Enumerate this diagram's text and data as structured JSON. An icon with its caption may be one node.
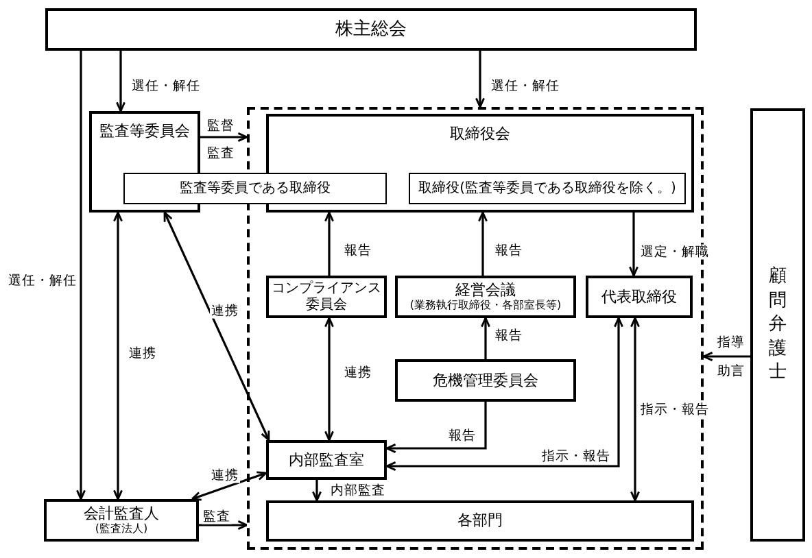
{
  "diagram": {
    "nodes": [
      {
        "text": [
          "株主総会"
        ]
      },
      {
        "text": [
          "監査等委員会"
        ]
      },
      {
        "text": [],
        "shape": "box"
      },
      {
        "text": [
          "取締役会"
        ],
        "in": 2
      },
      {
        "text": [
          "監査等委員である取締役"
        ]
      },
      {
        "text": [
          "取締役(監査等委員である取締役を除く。)"
        ],
        "in": 3
      },
      {
        "text": [
          "コンプライアンス委員会"
        ],
        "in": 2
      },
      {
        "text": [
          "経営会議",
          "(業務執行取締役・各部室長等)"
        ],
        "in": 2
      },
      {
        "text": [
          "代表取締役"
        ],
        "in": 2
      },
      {
        "text": [
          "危機管理委員会"
        ],
        "in": 2
      },
      {
        "text": [
          "内部監査室"
        ],
        "in": 2
      },
      {
        "text": [
          "各部門"
        ],
        "in": 2
      },
      {
        "text": [
          "会計監査人",
          "(監査法人)"
        ]
      },
      {
        "text": [
          "顧問弁護士"
        ]
      }
    ],
    "edges": [
      {
        "from": 0,
        "to": 1,
        "arrow": "to",
        "label": "選任・解任"
      },
      {
        "from": 0,
        "to": 2,
        "arrow": "to",
        "label": "選任・解任"
      },
      {
        "from": 0,
        "to": 12,
        "arrow": "to",
        "label": "選任・解任"
      },
      {
        "from": 1,
        "to": 2,
        "arrow": "to",
        "label": "監督"
      },
      {
        "from": 1,
        "to": 12,
        "arrow": "both",
        "label": "連携"
      },
      {
        "from": 1,
        "to": 10,
        "arrow": "both",
        "label": "連携"
      },
      {
        "from": 6,
        "to": 3,
        "arrow": "to",
        "label": "報告"
      },
      {
        "from": 7,
        "to": 3,
        "arrow": "to",
        "label": "報告"
      },
      {
        "from": 3,
        "to": 8,
        "arrow": "to",
        "label": "選定・解職"
      },
      {
        "from": 9,
        "to": 7,
        "arrow": "to",
        "label": "報告"
      },
      {
        "from": 6,
        "to": 10,
        "arrow": "both",
        "label": "連携"
      },
      {
        "from": 9,
        "to": 10,
        "arrow": "to",
        "label": "報告"
      },
      {
        "from": 8,
        "to": 10,
        "arrow": "both",
        "label": "指示・報告"
      },
      {
        "from": 8,
        "to": 11,
        "arrow": "both",
        "label": "指示・報告"
      },
      {
        "from": 10,
        "to": 11,
        "arrow": "to",
        "label": "内部監査"
      },
      {
        "from": 12,
        "to": 10,
        "arrow": "both",
        "label": "連携"
      },
      {
        "from": 12,
        "to": 2,
        "arrow": "to",
        "label": "監査"
      },
      {
        "from": 13,
        "to": 2,
        "arrow": "to",
        "label": "指導"
      }
    ],
    "labels": [
      "監査",
      "助言"
    ]
  }
}
